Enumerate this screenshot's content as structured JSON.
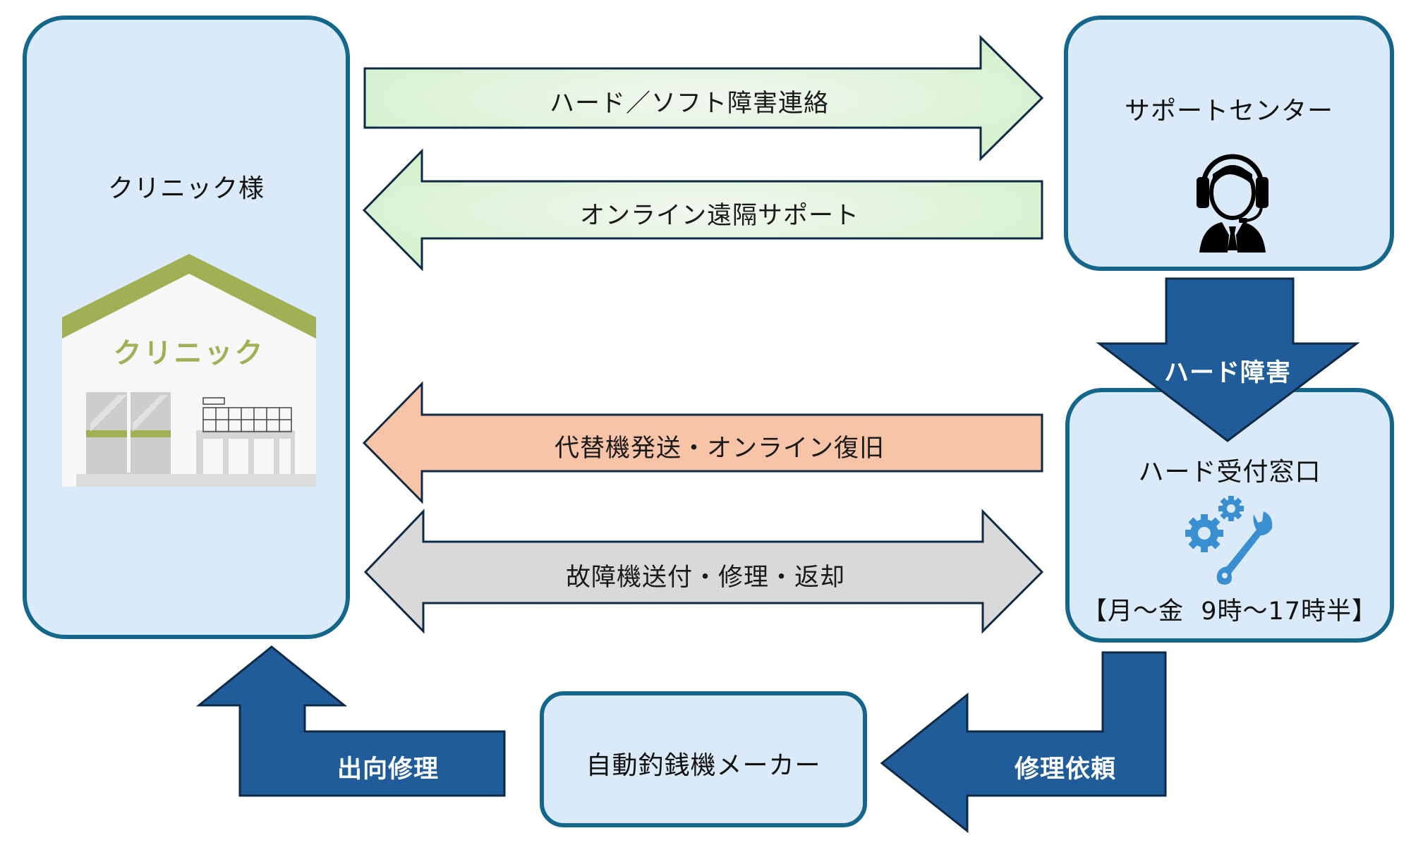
{
  "nodes": {
    "clinic": {
      "label": "クリニック様",
      "sign": "クリニック",
      "icon": "clinic-building-icon"
    },
    "support_center": {
      "label": "サポートセンター",
      "icon": "operator-headset-icon"
    },
    "hard_reception": {
      "label": "ハード受付窓口",
      "hours": "【月～金  9時～17時半】",
      "icon": "gears-wrench-icon"
    },
    "maker": {
      "label": "自動釣銭機メーカー"
    }
  },
  "arrows": {
    "fault_report": {
      "label": "ハード／ソフト障害連絡",
      "from": "clinic",
      "to": "support_center",
      "color": "#d6f2d0"
    },
    "remote_support": {
      "label": "オンライン遠隔サポート",
      "from": "support_center",
      "to": "clinic",
      "color": "#d6f2d0"
    },
    "replacement": {
      "label": "代替機発送・オンライン復旧",
      "from": "hard_reception",
      "to": "clinic",
      "color": "#f7c4a8"
    },
    "repair_exchange": {
      "label": "故障機送付・修理・返却",
      "from": "clinic",
      "to": "hard_reception",
      "bidirectional": true,
      "color": "#d9d9d9"
    },
    "hard_fault": {
      "label": "ハード障害",
      "from": "support_center",
      "to": "hard_reception",
      "color": "#1f5c99"
    },
    "repair_request": {
      "label": "修理依頼",
      "from": "hard_reception",
      "to": "maker",
      "color": "#1f5c99"
    },
    "onsite_repair": {
      "label": "出向修理",
      "from": "maker",
      "to": "clinic",
      "color": "#1f5c99"
    }
  },
  "colors": {
    "node_fill": "#dbeaf8",
    "node_border": "#14668a",
    "arrow_outline": "#0f2a44",
    "roof_green": "#a2b055",
    "tool_blue": "#3a8fd1"
  }
}
